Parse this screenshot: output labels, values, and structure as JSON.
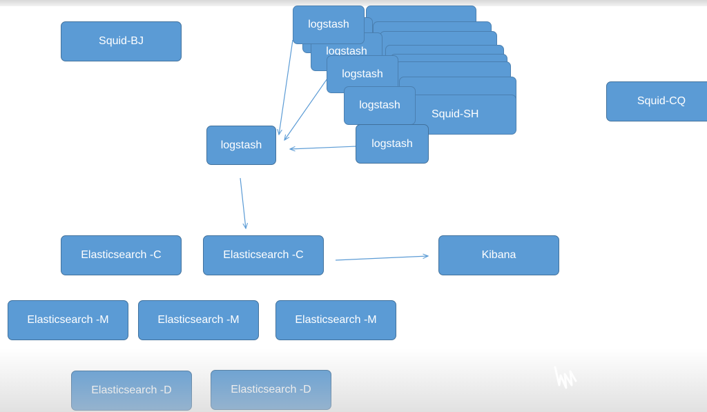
{
  "nodes": {
    "squid_bj": "Squid-BJ",
    "squid_cq": "Squid-CQ",
    "squid_sh": "Squid-SH",
    "logstash": "logstash",
    "es_client": "Elasticsearch -C",
    "es_master": "Elasticsearch -M",
    "es_data": "Elasticsearch -D",
    "kibana": "Kibana"
  }
}
